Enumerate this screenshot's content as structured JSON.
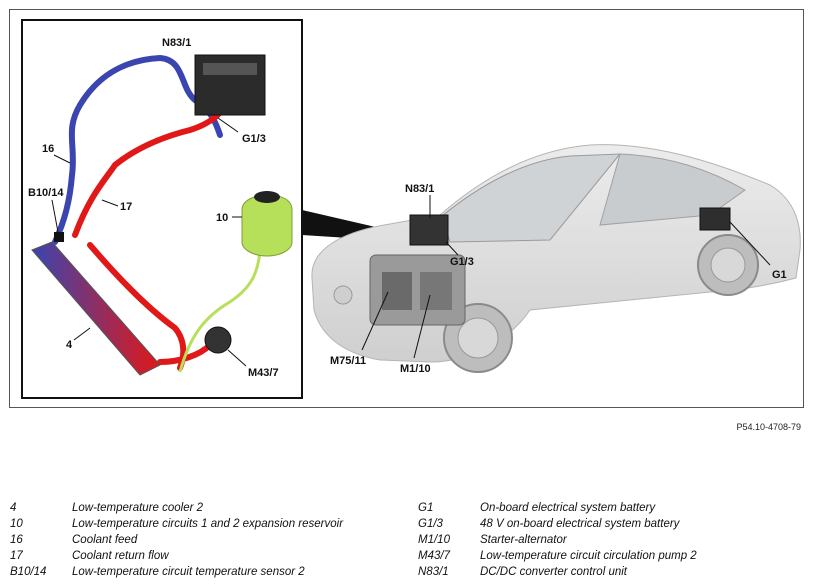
{
  "figure_id": "P54.10-4708-79",
  "callouts": {
    "n83_detail": "N83/1",
    "g13_detail": "G1/3",
    "c16": "16",
    "c17": "17",
    "b1014": "B10/14",
    "c10": "10",
    "c4": "4",
    "m437": "M43/7",
    "n83_car": "N83/1",
    "g13_car": "G1/3",
    "g1": "G1",
    "m7511": "M75/11",
    "m110": "M1/10"
  },
  "legend_left": [
    {
      "code": "4",
      "desc": "Low-temperature cooler 2"
    },
    {
      "code": "10",
      "desc": "Low-temperature circuits 1 and 2 expansion reservoir"
    },
    {
      "code": "16",
      "desc": "Coolant feed"
    },
    {
      "code": "17",
      "desc": "Coolant return flow"
    },
    {
      "code": "B10/14",
      "desc": "Low-temperature circuit temperature sensor 2"
    }
  ],
  "legend_right": [
    {
      "code": "G1",
      "desc": "On-board electrical system battery"
    },
    {
      "code": "G1/3",
      "desc": "48 V on-board electrical system battery"
    },
    {
      "code": "M1/10",
      "desc": "Starter-alternator"
    },
    {
      "code": "M43/7",
      "desc": "Low-temperature circuit circulation pump 2"
    },
    {
      "code": "N83/1",
      "desc": "DC/DC converter control unit"
    }
  ],
  "colors": {
    "coolant_feed": "#3a45b0",
    "coolant_return": "#e01818",
    "reservoir": "#b6df5a",
    "car_body": "#d9d9d9"
  }
}
